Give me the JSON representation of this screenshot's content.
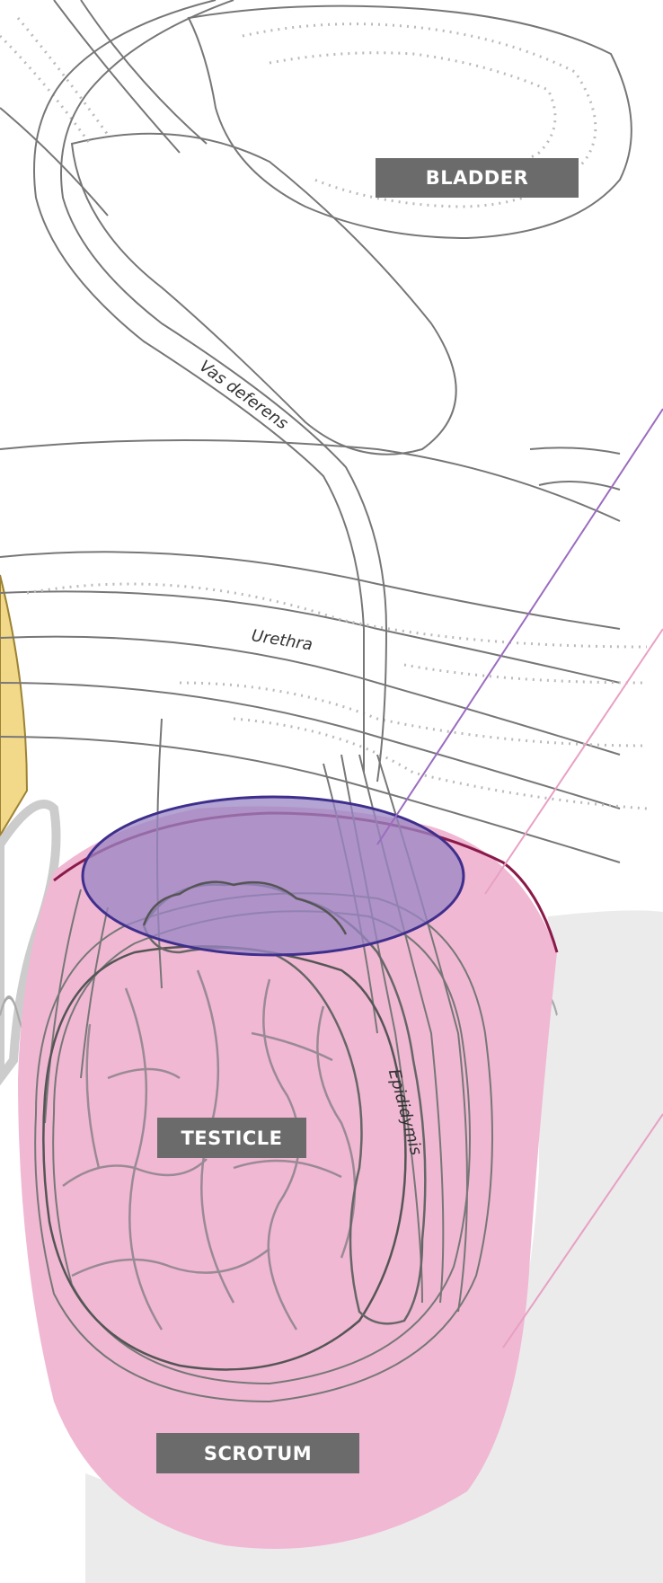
{
  "labels": {
    "bladder": "BLADDER",
    "testicle": "TESTICLE",
    "scrotum": "SCROTUM",
    "vas_deferens": "Vas deferens",
    "urethra": "Urethra",
    "epididymis": "Epididymis"
  },
  "colors": {
    "scrotum_fill": "#f0b8d3",
    "highlight_fill": "#9a86c4",
    "highlight_stroke": "#3f2f8c",
    "label_bg": "#6b6b6b",
    "outline": "#777777",
    "skin_gray": "#e6e6e6",
    "yellow_tissue": "#f2d98a"
  }
}
